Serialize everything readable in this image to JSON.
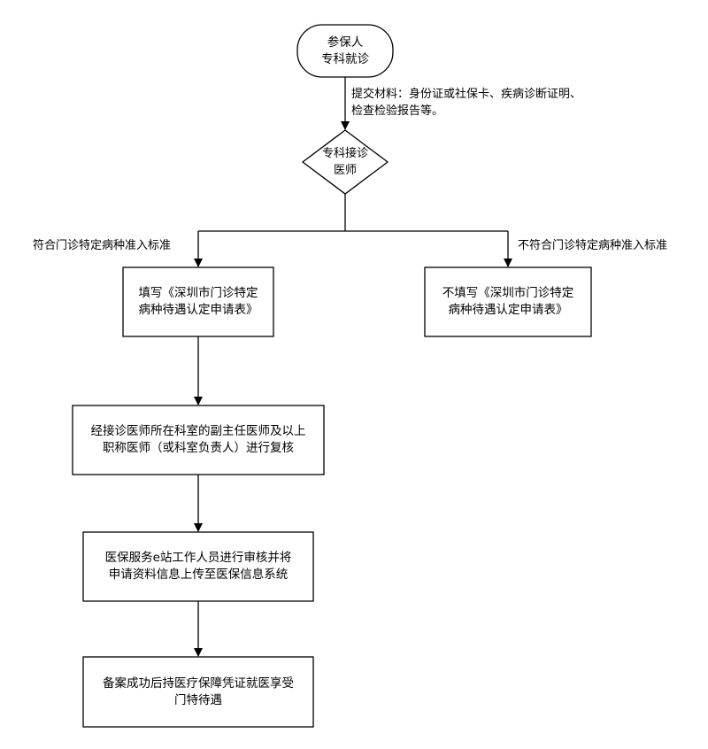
{
  "flowchart": {
    "start": {
      "line1": "参保人",
      "line2": "专科就诊"
    },
    "submit_note": {
      "line1": "提交材料：身份证或社保卡、疾病诊断证明、",
      "line2": "检查检验报告等。"
    },
    "decision": {
      "line1": "专科接诊",
      "line2": "医师"
    },
    "branch_yes_label": "符合门诊特定病种准入标准",
    "branch_no_label": "不符合门诊特定病种准入标准",
    "fill_form": {
      "line1": "填写《深圳市门诊特定",
      "line2": "病种待遇认定申请表》"
    },
    "no_fill_form": {
      "line1": "不填写《深圳市门诊特定",
      "line2": "病种待遇认定申请表》"
    },
    "review": {
      "line1": "经接诊医师所在科室的副主任医师及以上",
      "line2": "职称医师（或科室负责人）进行复核"
    },
    "estation": {
      "line1": "医保服务e站工作人员进行审核并将",
      "line2": "申请资料信息上传至医保信息系统"
    },
    "final": {
      "line1": "备案成功后持医疗保障凭证就医享受",
      "line2": "门特待遇"
    }
  }
}
